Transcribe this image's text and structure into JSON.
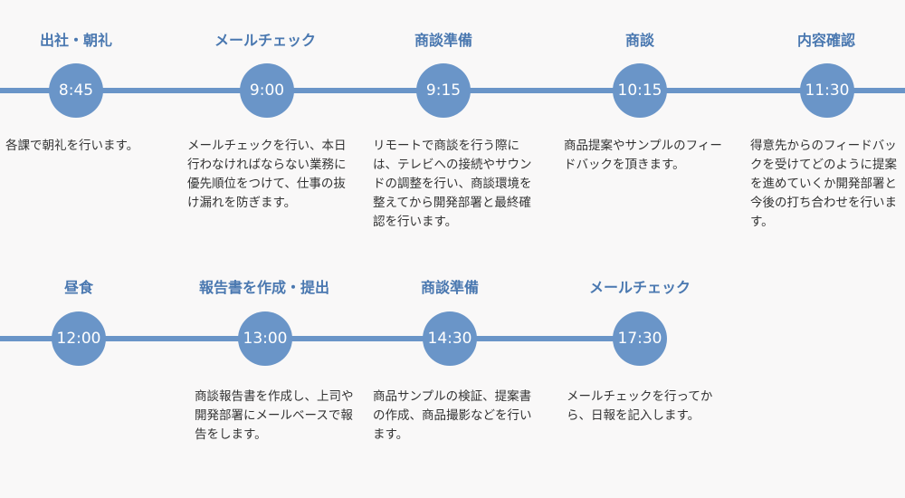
{
  "schedule": [
    {
      "title": "出社・朝礼",
      "time": "8:45",
      "description": "各課で朝礼を行います。"
    },
    {
      "title": "メールチェック",
      "time": "9:00",
      "description": "メールチェックを行い、本日行わなければならない業務に優先順位をつけて、仕事の抜け漏れを防ぎます。"
    },
    {
      "title": "商談準備",
      "time": "9:15",
      "description": "リモートで商談を行う際には、テレビへの接続やサウンドの調整を行い、商談環境を整えてから開発部署と最終確認を行います。"
    },
    {
      "title": "商談",
      "time": "10:15",
      "description": "商品提案やサンプルのフィードバックを頂きます。"
    },
    {
      "title": "内容確認",
      "time": "11:30",
      "description": "得意先からのフィードバックを受けてどのように提案を進めていくか開発部署と今後の打ち合わせを行います。"
    },
    {
      "title": "昼食",
      "time": "12:00",
      "description": ""
    },
    {
      "title": "報告書を作成・提出",
      "time": "13:00",
      "description": "商談報告書を作成し、上司や開発部署にメールベースで報告をします。"
    },
    {
      "title": "商談準備",
      "time": "14:30",
      "description": "商品サンプルの検証、提案書の作成、商品撮影などを行います。"
    },
    {
      "title": "メールチェック",
      "time": "17:30",
      "description": "メールチェックを行ってから、日報を記入します。"
    }
  ],
  "colors": {
    "accent": "#6a95c8",
    "title": "#4a78b0",
    "text": "#333333",
    "background": "#f9f8f8"
  }
}
